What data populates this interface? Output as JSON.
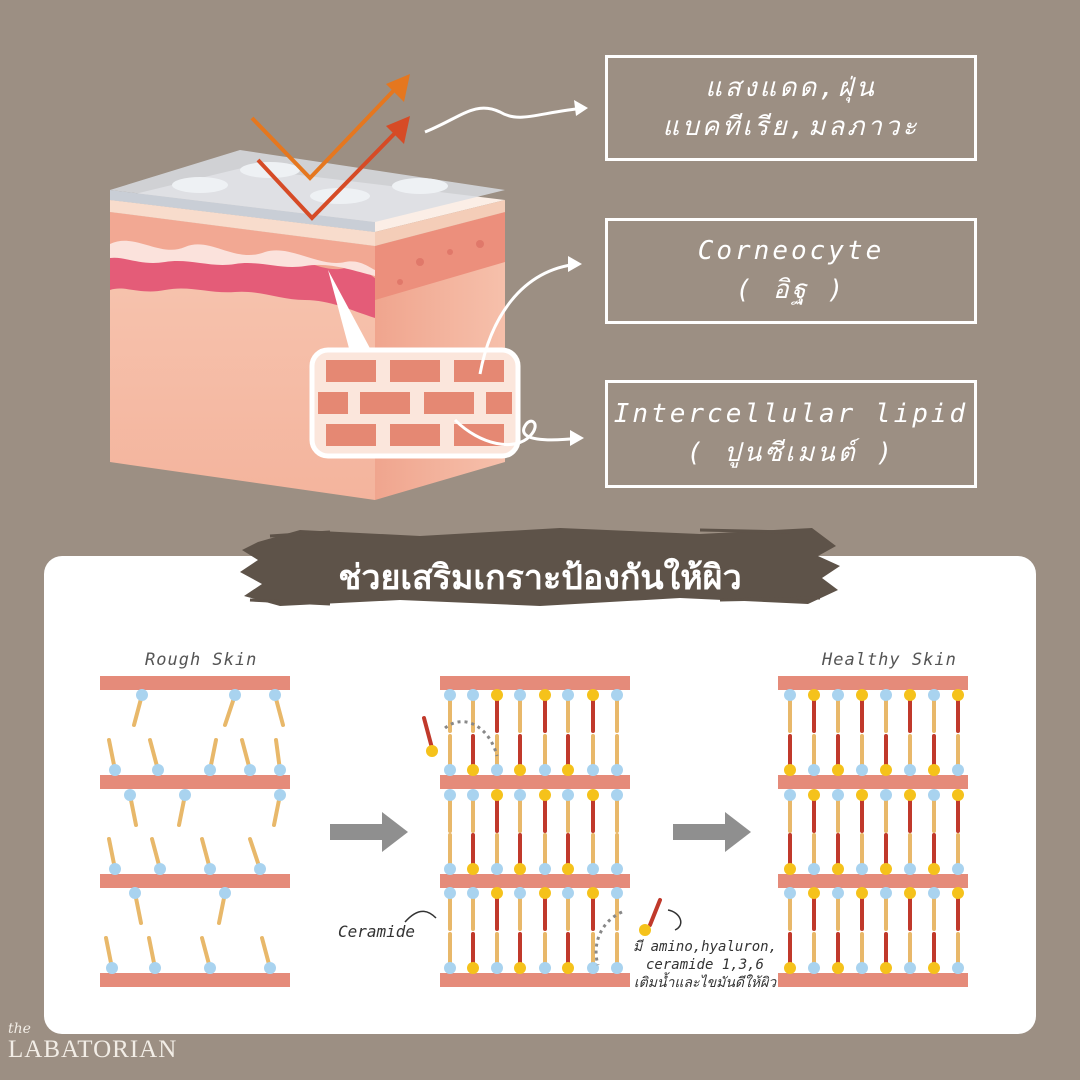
{
  "labels": {
    "threats": [
      "แสงแดด,ฝุ่น",
      "แบคทีเรีย,มลภาวะ"
    ],
    "corneocyte": [
      "Corneocyte",
      "( อิฐ )"
    ],
    "lipid": [
      "Intercellular lipid",
      "( ปูนซีเมนต์ )"
    ]
  },
  "banner": "ช่วยเสริมเกราะป้องกันให้ผิว",
  "diagram": {
    "rough_label": "Rough Skin",
    "healthy_label": "Healthy Skin",
    "ceramide_label": "Ceramide",
    "note": [
      "มี amino,hyaluron,",
      "ceramide 1,3,6",
      "เติมน้ำและไขมันดีให้ผิว"
    ]
  },
  "logo": {
    "the": "the",
    "name": "LABATORIAN"
  },
  "colors": {
    "background": "#9c8f83",
    "membrane": "#e58b7a",
    "lipid_head": "#a9d3ef",
    "ceramide_head": "#f5c21b",
    "ceramide_tail": "#c0392b"
  }
}
